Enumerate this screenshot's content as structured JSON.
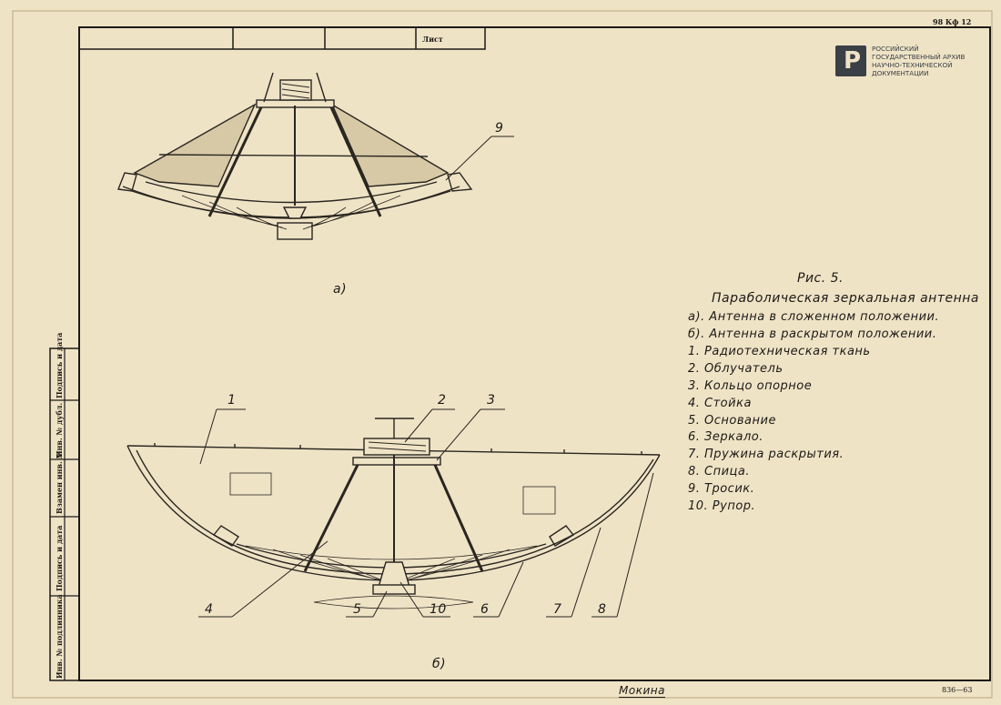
{
  "sheet": {
    "corner_code": "98 Кф 12",
    "title_cell": "Лист",
    "bottom_right_code": "836—63",
    "signature": "Мокина"
  },
  "archive": {
    "logo_letter": "Р",
    "line1": "РОССИЙСКИЙ",
    "line2": "ГОСУДАРСТВЕННЫЙ АРХИВ",
    "line3": "НАУЧНО-ТЕХНИЧЕСКОЙ",
    "line4": "ДОКУМЕНТАЦИИ"
  },
  "side_stamp": [
    "Инв. № подлинника",
    "Подпись и дата",
    "Взамен инв. №",
    "Инв. № дубл.",
    "Подпись и дата"
  ],
  "figure": {
    "label_a": "а)",
    "label_b": "б)",
    "title": "Рис. 5.",
    "subtitle": "Параболическая зеркальная антенна",
    "legend": [
      "а). Антенна в сложенном положении.",
      "б). Антенна в раскрытом положении.",
      "1. Радиотехническая ткань",
      "2. Облучатель",
      "3. Кольцо опорное",
      "4. Стойка",
      "5. Основание",
      "6. Зеркало.",
      "7. Пружина раскрытия.",
      "8. Спица.",
      "9. Тросик.",
      "10. Рупор."
    ],
    "callouts": [
      "1",
      "2",
      "3",
      "4",
      "5",
      "10",
      "6",
      "7",
      "8",
      "9"
    ]
  }
}
